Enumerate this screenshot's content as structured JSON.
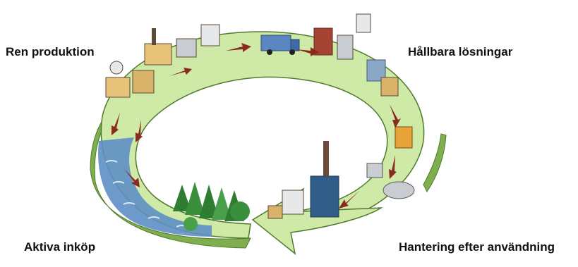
{
  "labels": {
    "ren_produktion": "Ren produktion",
    "hallbara_losningar": "Hållbara lösningar",
    "aktiva_inkop": "Aktiva inköp",
    "hantering": "Hantering efter användning"
  },
  "colors": {
    "ring_top": "#cfe9a6",
    "ring_side": "#7fae4e",
    "ring_edge": "#4f7a2e",
    "arrow": "#8b2a1e",
    "water": "#5d8fc4",
    "forest": "#2f7d32",
    "factory": "#e8c37a",
    "building_gray": "#c9ccd0",
    "chimney": "#5c4a3a",
    "truck": "#5a86c2",
    "label_text": "#111111"
  }
}
